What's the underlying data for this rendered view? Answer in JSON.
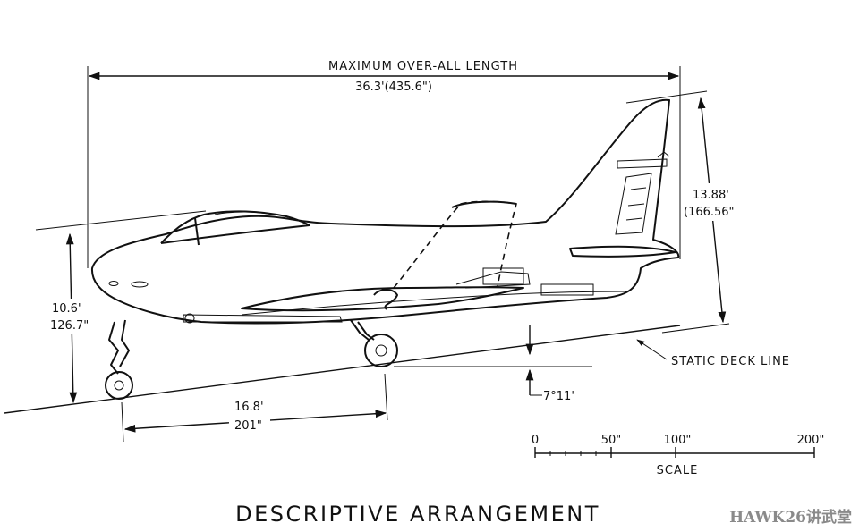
{
  "overall_length": {
    "label": "MAXIMUM OVER-ALL LENGTH",
    "value": "36.3'(435.6\")"
  },
  "height": {
    "feet": "13.88'",
    "inches": "(166.56\""
  },
  "nose_height": {
    "feet": "10.6'",
    "inches": "126.7\""
  },
  "wheelbase": {
    "feet": "16.8'",
    "inches": "201\""
  },
  "deck_line": {
    "label": "STATIC DECK LINE"
  },
  "deck_angle": {
    "value": "7°11'"
  },
  "scale": {
    "ticks": [
      "0",
      "50\"",
      "100\"",
      "200\""
    ],
    "label": "SCALE"
  },
  "caption": "DESCRIPTIVE ARRANGEMENT",
  "watermark": "HAWK26讲武堂"
}
